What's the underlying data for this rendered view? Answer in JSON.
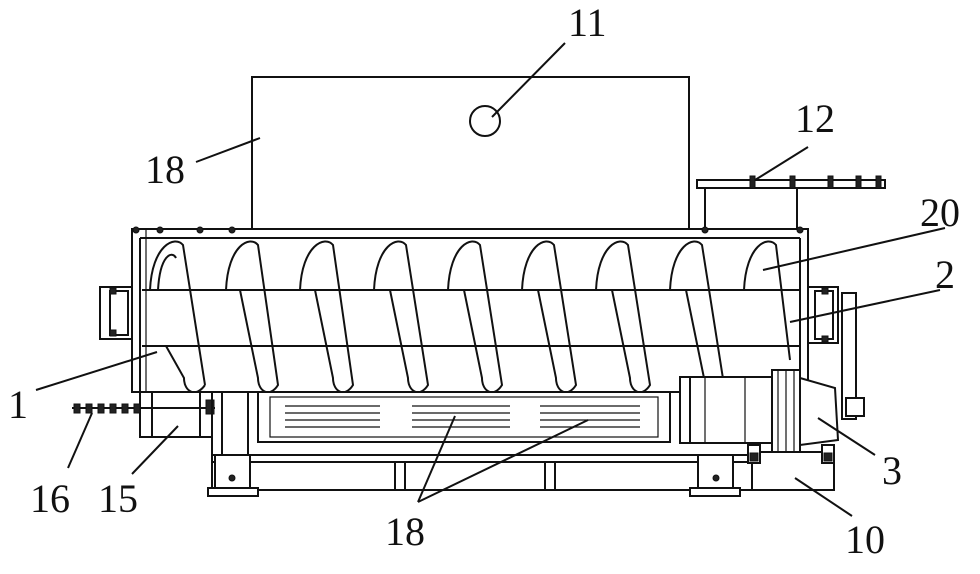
{
  "labels": {
    "n1": "1",
    "n2": "2",
    "n3": "3",
    "n10": "10",
    "n11": "11",
    "n12": "12",
    "n15": "15",
    "n16": "16",
    "n18_top": "18",
    "n18_bottom": "18",
    "n20": "20"
  }
}
